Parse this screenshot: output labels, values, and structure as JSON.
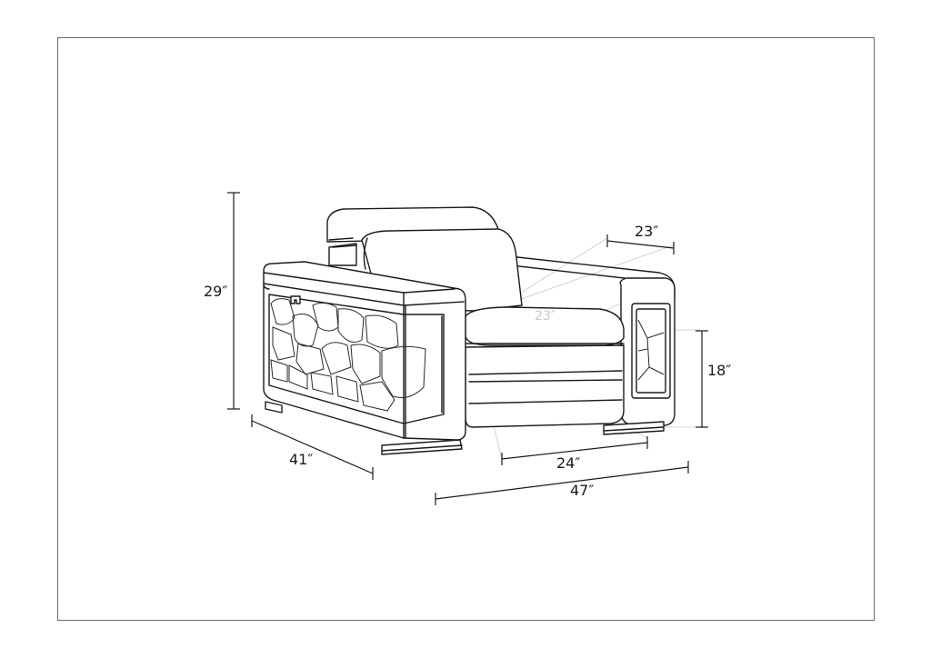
{
  "dimensions": {
    "height": "29″",
    "seat_height": "18″",
    "depth": "41″",
    "seat_width": "24″",
    "width": "47″",
    "seat_depth": "23″",
    "seat_depth_inner": "23″"
  },
  "colors": {
    "line": "#1a1a1a",
    "frame": "#6b6b6b",
    "guide": "#c8c8c8",
    "background": "#ffffff"
  }
}
